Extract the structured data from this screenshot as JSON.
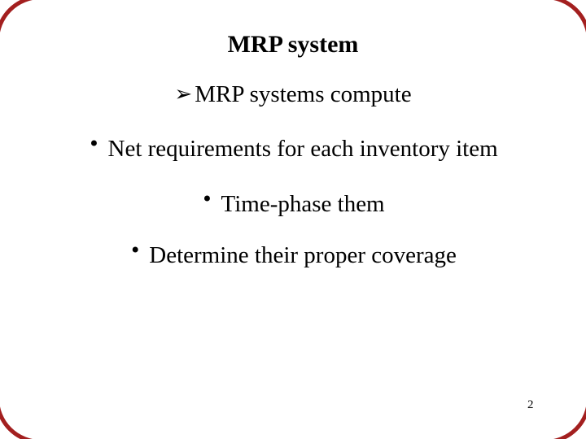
{
  "slide": {
    "title": "MRP system",
    "page_number": "2",
    "frame_color": "#a31f1f",
    "text_color": "#000000",
    "background_color": "#ffffff",
    "bullets": [
      {
        "marker": "➢",
        "marker_name": "arrowhead-bullet",
        "text": "MRP systems compute"
      },
      {
        "marker": "•",
        "marker_name": "dot-bullet",
        "text": "Net requirements for each inventory item"
      },
      {
        "marker": "•",
        "marker_name": "dot-bullet",
        "text": "Time-phase them"
      },
      {
        "marker": "•",
        "marker_name": "dot-bullet",
        "text": "Determine their proper coverage"
      }
    ]
  }
}
